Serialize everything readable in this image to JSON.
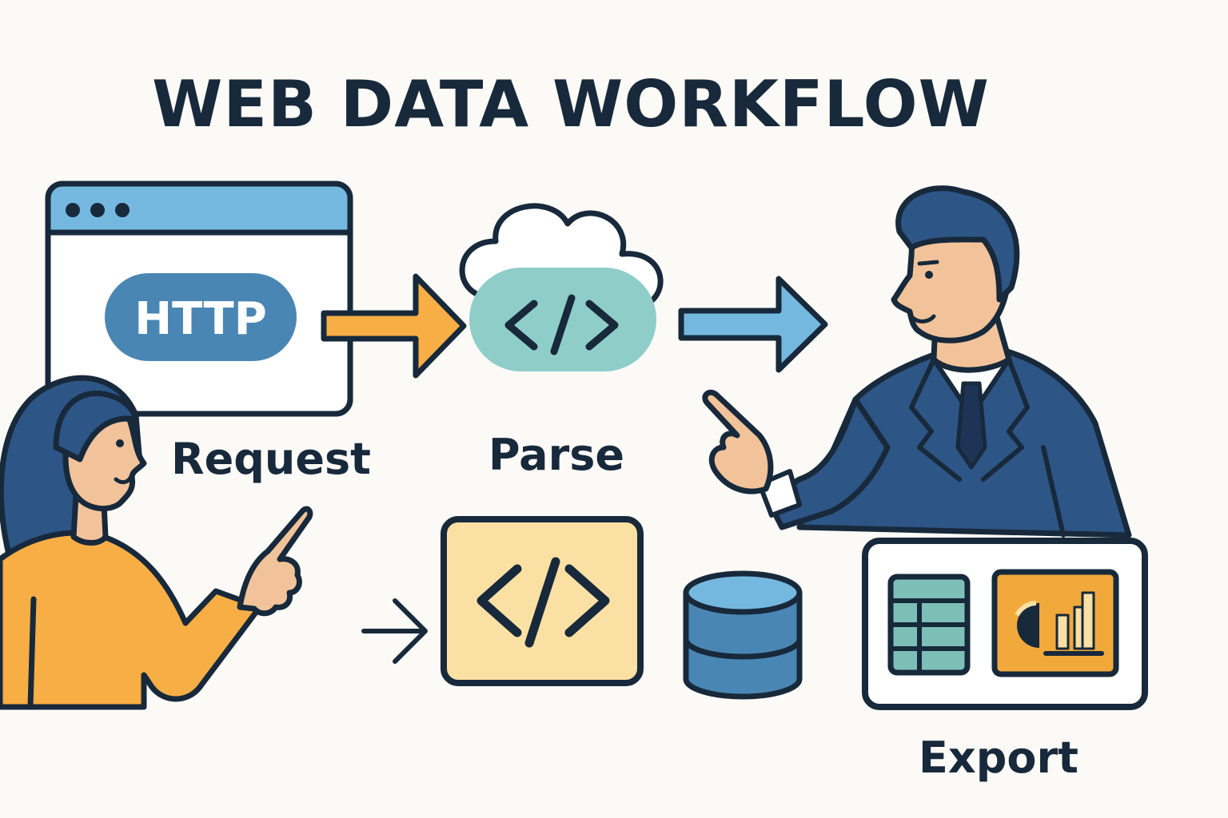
{
  "title": "WEB DATA WORKFLOW",
  "browser": {
    "badge_text": "HTTP"
  },
  "steps": {
    "request_label": "Request",
    "parse_label": "Parse",
    "export_label": "Export"
  },
  "colors": {
    "ink": "#17293b",
    "background": "#fcfaf6",
    "browser_bar": "#75b8df",
    "http_badge": "#4a86b3",
    "orange_arrow": "#f7ae45",
    "blue_arrow": "#75b8df",
    "cloud_pill": "#8fcdc9",
    "code_card": "#fbe0a3",
    "database": "#4a86b3",
    "suit": "#2d5585",
    "skin": "#f2c39a",
    "sweater": "#f7ae45",
    "spreadsheet": "#7dbfb7",
    "chart_panel": "#f2a93b"
  }
}
